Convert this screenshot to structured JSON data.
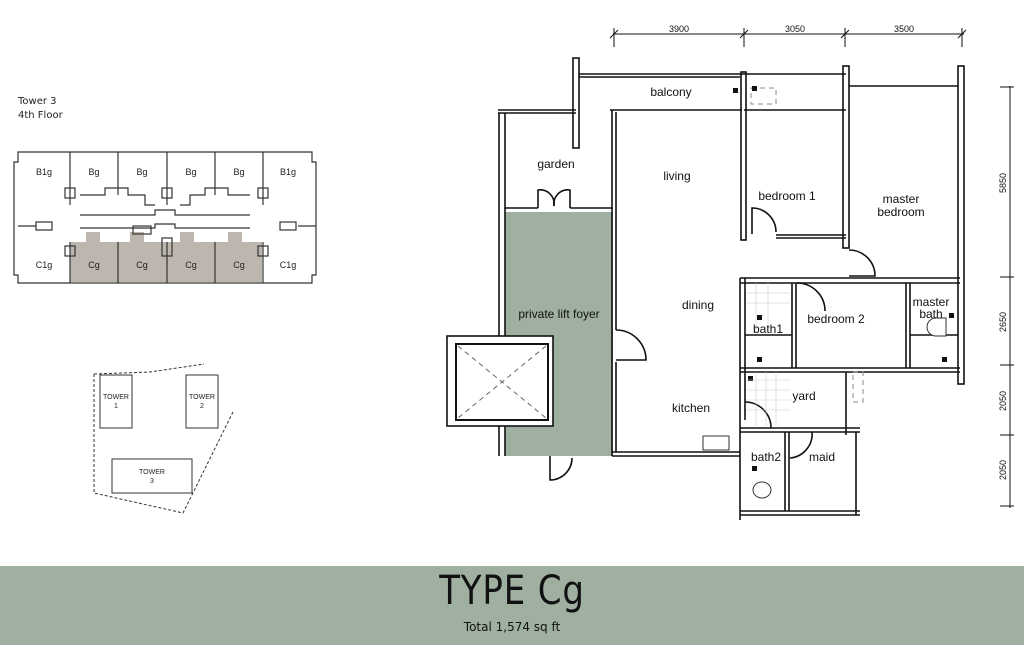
{
  "key_plan": {
    "tower_label": "Tower 3",
    "floor_label": "4th Floor",
    "units_top": [
      "B1g",
      "Bg",
      "Bg",
      "Bg",
      "Bg",
      "B1g"
    ],
    "units_bottom": [
      "C1g",
      "Cg",
      "Cg",
      "Cg",
      "Cg",
      "C1g"
    ],
    "highlight_color": "#bdb6ae"
  },
  "site_plan": {
    "towers": [
      {
        "line1": "TOWER",
        "line2": "1"
      },
      {
        "line1": "TOWER",
        "line2": "2"
      },
      {
        "line1": "TOWER",
        "line2": "3"
      }
    ]
  },
  "floor_plan": {
    "dimensions_top": [
      "3900",
      "3050",
      "3500"
    ],
    "dimensions_right": [
      "5850",
      "2650",
      "2050",
      "2050"
    ],
    "rooms": {
      "balcony": "balcony",
      "garden": "garden",
      "living": "living",
      "bedroom1": "bedroom 1",
      "master_bedroom_1": "master",
      "master_bedroom_2": "bedroom",
      "private_lift_foyer": "private lift foyer",
      "dining": "dining",
      "bath1": "bath1",
      "bedroom2": "bedroom 2",
      "master_bath_1": "master",
      "master_bath_2": "bath",
      "yard": "yard",
      "kitchen": "kitchen",
      "bath2": "bath2",
      "maid": "maid"
    },
    "foyer_color": "#9fb0a0"
  },
  "banner": {
    "title": "TYPE Cg",
    "subtitle": "Total  1,574 sq ft",
    "color": "#9fb0a0"
  }
}
